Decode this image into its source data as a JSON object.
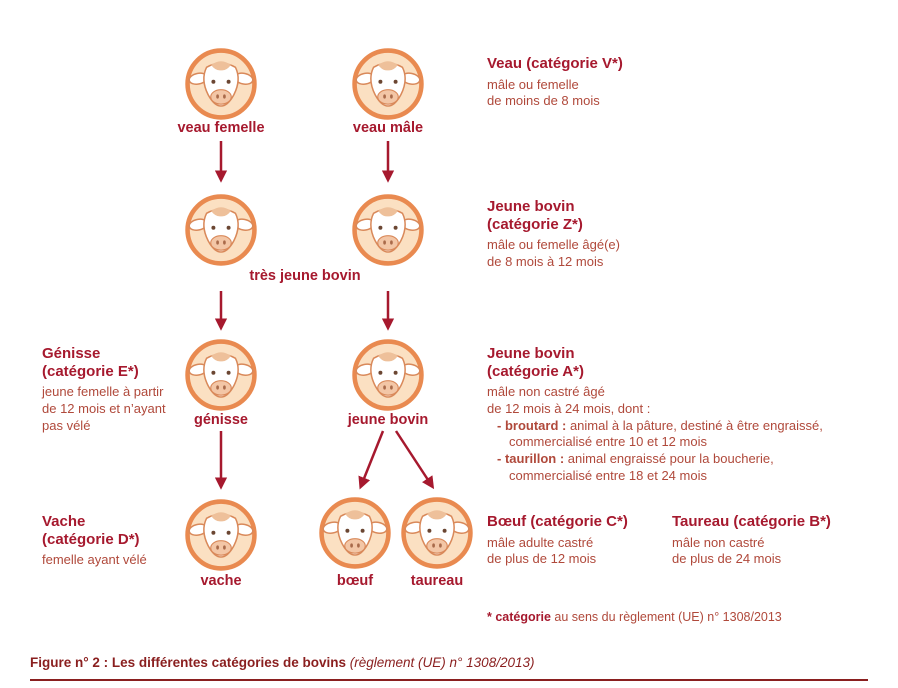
{
  "palette": {
    "heading_red": "#a6192e",
    "body_red": "#b0493b",
    "circle_orange": "#e98a50",
    "circle_fill": "#fbe0c2",
    "rule_dark_red": "#8a1f1f"
  },
  "labels": {
    "veau_femelle": "veau femelle",
    "veau_male": "veau mâle",
    "tres_jeune_bovin": "très jeune bovin",
    "genisse": "génisse",
    "jeune_bovin": "jeune bovin",
    "vache": "vache",
    "boeuf": "bœuf",
    "taureau": "taureau"
  },
  "veau_info": {
    "title": "Veau (catégorie V*)",
    "line1": "mâle ou femelle",
    "line2": "de moins de 8 mois"
  },
  "jeune_bovin_z": {
    "title1": "Jeune bovin",
    "title2": "(catégorie Z*)",
    "line1": "mâle ou femelle âgé(e)",
    "line2": "de 8 mois à 12 mois"
  },
  "genisse_info": {
    "title1": "Génisse",
    "title2": "(catégorie E*)",
    "line1": "jeune femelle à partir",
    "line2": "de 12 mois et n’ayant",
    "line3": "pas vélé"
  },
  "jeune_bovin_a": {
    "title1": "Jeune bovin",
    "title2": "(catégorie A*)",
    "line1": "mâle non castré âgé",
    "line2": "de 12 mois à 24 mois, dont :",
    "broutard_term": "- broutard :",
    "broutard_desc": " animal à la pâture, destiné à être engraissé,",
    "broutard_desc2": "commercialisé entre 10 et 12 mois",
    "taurillon_term": "- taurillon :",
    "taurillon_desc": " animal engraissé pour la boucherie,",
    "taurillon_desc2": "commercialisé entre 18 et 24 mois"
  },
  "vache_info": {
    "title1": "Vache",
    "title2": "(catégorie D*)",
    "line1": "femelle ayant vélé"
  },
  "boeuf_info": {
    "title": "Bœuf (catégorie C*)",
    "line1": "mâle adulte castré",
    "line2": "de plus de 12 mois"
  },
  "taureau_info": {
    "title": "Taureau (catégorie B*)",
    "line1": "mâle non castré",
    "line2": "de plus de 24 mois"
  },
  "footnote": {
    "bold": "* catégorie",
    "rest": " au sens du règlement (UE) n° 1308/2013"
  },
  "caption": {
    "bold": "Figure n° 2 : Les différentes catégories de bovins",
    "italic": " (règlement (UE) n° 1308/2013)"
  }
}
